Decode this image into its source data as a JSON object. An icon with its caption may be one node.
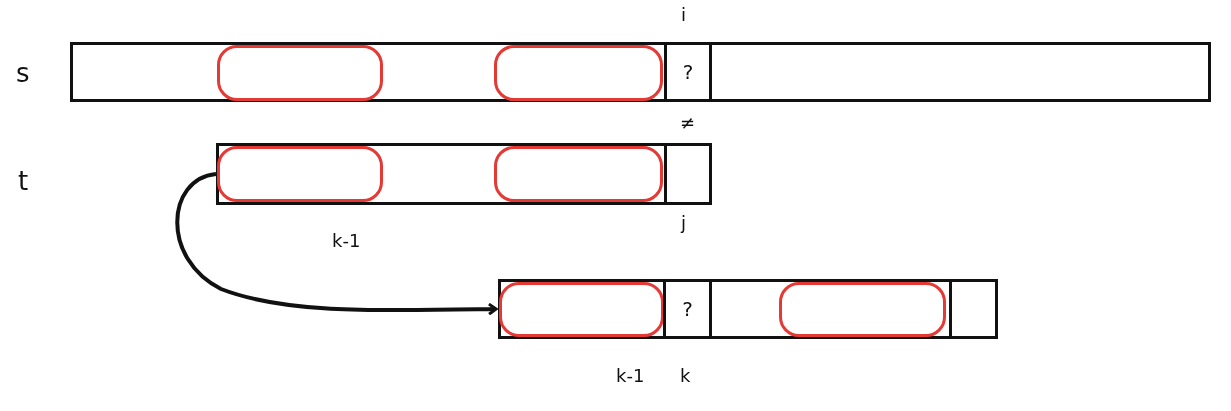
{
  "diagram": {
    "nodes": [
      {
        "text": [],
        "shape": "bar"
      },
      {
        "text": [],
        "shape": "box",
        "in": 0
      },
      {
        "text": [],
        "shape": "box",
        "in": 0
      },
      {
        "text": [
          "?"
        ],
        "in": 0
      },
      {
        "text": [],
        "shape": "bar"
      },
      {
        "text": [],
        "shape": "box",
        "in": 4
      },
      {
        "text": [],
        "shape": "box",
        "in": 4
      },
      {
        "text": [],
        "shape": "box",
        "in": 4
      },
      {
        "text": [],
        "shape": "bar"
      },
      {
        "text": [],
        "shape": "box",
        "in": 8
      },
      {
        "text": [
          "?"
        ],
        "in": 8
      },
      {
        "text": [],
        "shape": "box",
        "in": 8
      },
      {
        "text": [],
        "shape": "box",
        "in": 8
      }
    ],
    "edges": [
      {
        "from": 4,
        "to": 8,
        "arrow": "to"
      }
    ],
    "labels": [
      "i",
      "s",
      "≠",
      "t",
      "j",
      "k-1",
      "k-1",
      "k"
    ]
  }
}
